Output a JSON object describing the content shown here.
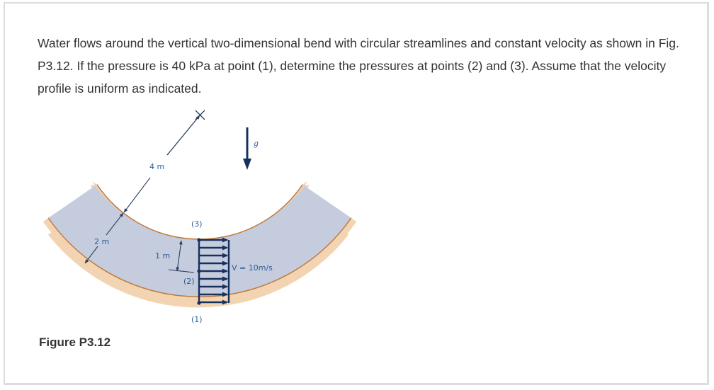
{
  "question": {
    "text": "Water flows around the vertical two-dimensional bend with circular streamlines and constant velocity as shown in Fig. P3.12. If the pressure is 40 kPa at point (1), determine the pressures at points (2) and (3). Assume that the velocity profile is uniform as indicated."
  },
  "figure": {
    "caption": "Figure P3.12",
    "labels": {
      "radius": "4 m",
      "width": "2 m",
      "height_point2": "1 m",
      "point1": "(1)",
      "point2": "(2)",
      "point3": "(3)",
      "velocity": "V = 10m/s",
      "gravity": "g"
    },
    "colors": {
      "water": "#c5ccdd",
      "wall": "#f3d4b2",
      "wall_edge": "#c07a3c",
      "profile": "#17315f",
      "dimension": "#2b3f63",
      "label": "#2d5f9a"
    },
    "velocity_arrow_count": 9
  }
}
